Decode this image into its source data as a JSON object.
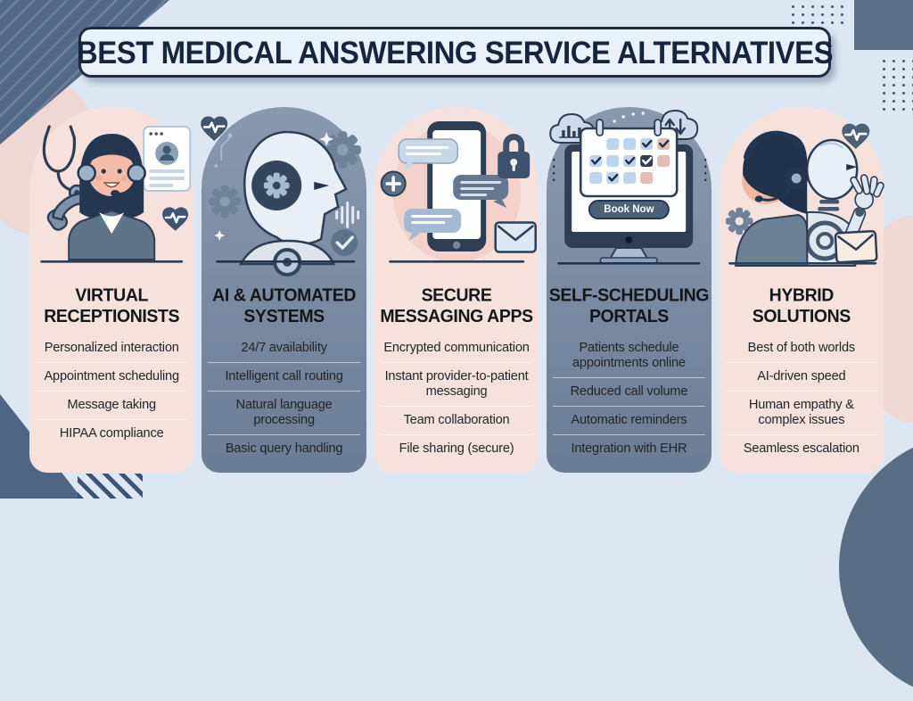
{
  "page": {
    "title": "BEST MEDICAL ANSWERING SERVICE ALTERNATIVES",
    "colors": {
      "background": "#dce7f3",
      "line_art_navy": "#2c3e55",
      "pink_card": "#f7e1dc",
      "blue_card_top": "#8899af",
      "blue_card_bottom": "#6b7d95",
      "corner_shapes": "#5a6e88",
      "title_fill": "#e9f1fa",
      "title_border": "#1d2c42"
    }
  },
  "columns": [
    {
      "id": "virtual-receptionists",
      "theme": "pink",
      "title_line1": "VIRTUAL",
      "title_line2": "RECEPTIONISTS",
      "items": [
        "Personalized interaction",
        "Appointment scheduling",
        "Message taking",
        "HIPAA compliance"
      ],
      "icons": [
        "stethoscope-icon",
        "phone-handset-icon",
        "receptionist-illustration",
        "patient-profile-card-icon",
        "heart-pulse-icon"
      ]
    },
    {
      "id": "ai-automated-systems",
      "theme": "blue",
      "title_line1": "AI & AUTOMATED",
      "title_line2": "SYSTEMS",
      "items": [
        "24/7 availability",
        "Intelligent call routing",
        "Natural language processing",
        "Basic query handling"
      ],
      "icons": [
        "heart-pulse-icon",
        "gear-icon",
        "robot-head-illustration",
        "soundwave-icon",
        "check-circle-icon"
      ]
    },
    {
      "id": "secure-messaging-apps",
      "theme": "pink",
      "title_line1": "SECURE",
      "title_line2": "MESSAGING APPS",
      "items": [
        "Encrypted communication",
        "Instant provider-to-patient messaging",
        "Team collaboration",
        "File sharing (secure)"
      ],
      "icons": [
        "plus-circle-icon",
        "smartphone-chat-illustration",
        "padlock-icon",
        "envelope-icon"
      ]
    },
    {
      "id": "self-scheduling-portals",
      "theme": "blue",
      "title_line1": "SELF-SCHEDULING",
      "title_line2": "PORTALS",
      "items": [
        "Patients schedule appointments online",
        "Reduced call volume",
        "Automatic reminders",
        "Integration with EHR"
      ],
      "icons": [
        "cloud-chart-icon",
        "cloud-sync-arrows-icon",
        "calendar-monitor-illustration"
      ],
      "button_label": "Book Now"
    },
    {
      "id": "hybrid-solutions",
      "theme": "pink",
      "title_line1": "HYBRID",
      "title_line2": "SOLUTIONS",
      "items": [
        "Best of both worlds",
        "AI-driven speed",
        "Human empathy & complex issues",
        "Seamless escalation"
      ],
      "icons": [
        "gear-icon",
        "human-robot-illustration",
        "heart-pulse-icon",
        "envelope-icon"
      ]
    }
  ]
}
